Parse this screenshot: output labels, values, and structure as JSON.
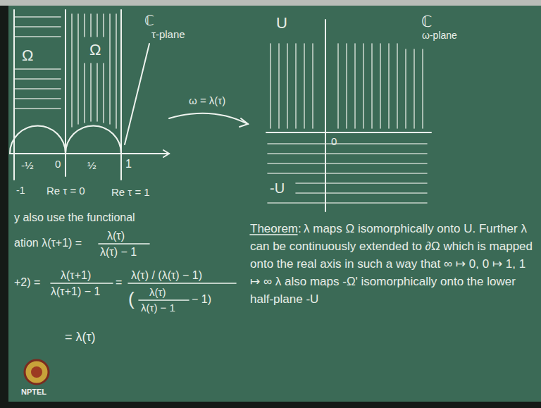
{
  "diagram": {
    "labels": [
      "ℂ",
      "τ-plane",
      "Ω",
      "Ω",
      "-½",
      "0",
      "½",
      "1",
      "-1",
      "Re τ = 0",
      "Re τ = 1",
      "ω = λ(τ)",
      "U",
      "ℂ",
      "ω-plane",
      "0",
      "-U",
      "y also use the functional",
      "ation λ(τ+1) =",
      "λ(τ)",
      "λ(τ) − 1",
      "+2) =",
      "λ(τ+1)",
      "λ(τ+1) − 1",
      "=",
      "λ(τ) / (λ(τ) − 1)",
      "(",
      "λ(τ)",
      "λ(τ) − 1",
      "− 1)",
      "= λ(τ)",
      "Theorem:",
      "λ maps Ω isomorphically onto U. Further λ can be continuously extended to ∂Ω which is mapped onto the real axis in such a way that ∞ ↦ 0, 0 ↦ 1, 1 ↦ ∞ λ also maps -Ω' isomorphically onto the lower half-plane -U",
      "NPTEL"
    ]
  }
}
